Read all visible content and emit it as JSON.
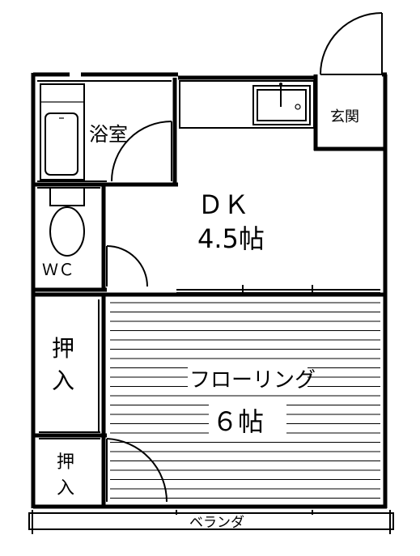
{
  "rooms": {
    "bath": {
      "label": "浴室"
    },
    "entrance": {
      "label": "玄関"
    },
    "dk": {
      "name": "ＤＫ",
      "size": "4.5帖"
    },
    "wc": {
      "label": "ＷＣ"
    },
    "closet_upper": {
      "line1": "押",
      "line2": "入"
    },
    "closet_lower": {
      "line1": "押",
      "line2": "入"
    },
    "flooring": {
      "name": "フローリング",
      "size": "６帖"
    },
    "veranda": {
      "label": "ベランダ"
    }
  }
}
